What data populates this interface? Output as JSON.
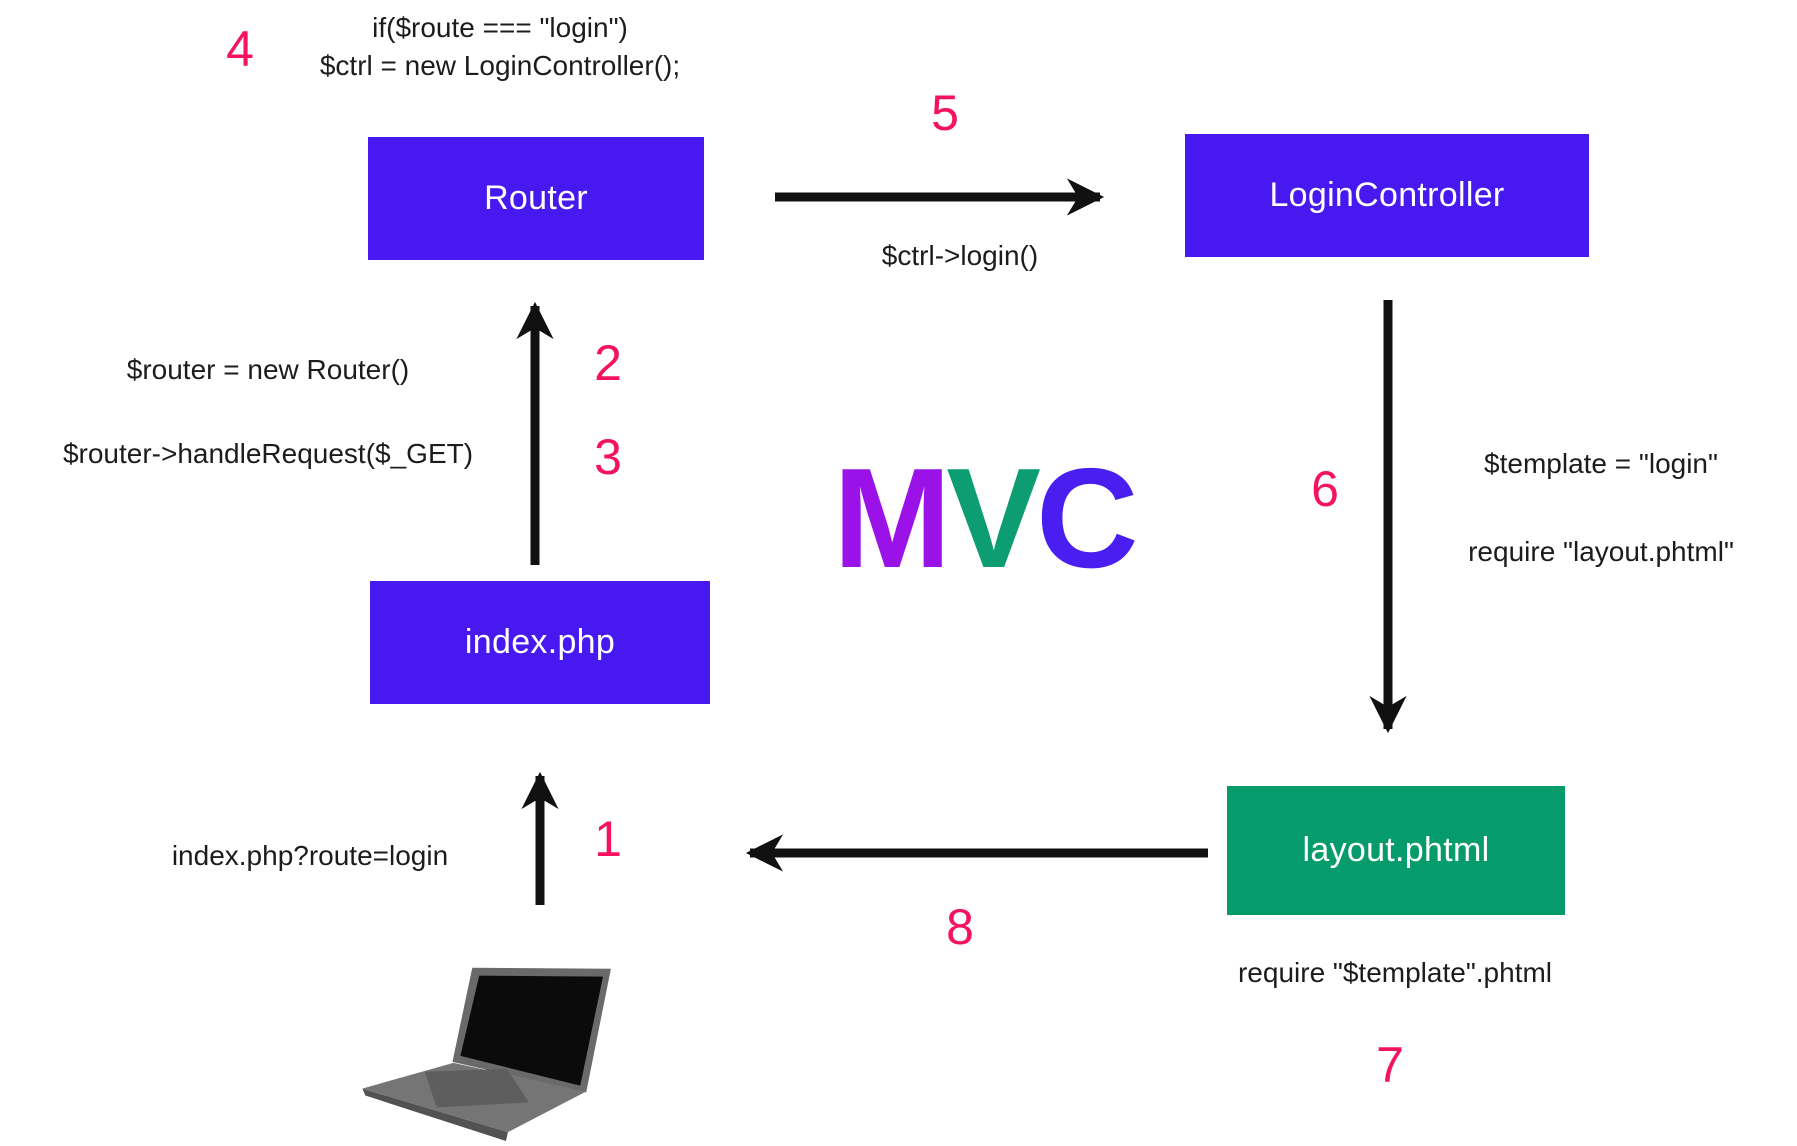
{
  "diagram": {
    "title": "MVC",
    "step_color": "#F4135C",
    "node_blue": "#4718F0",
    "node_green": "#069B6B",
    "logo": {
      "m": "M",
      "v": "V",
      "c": "C",
      "m_color": "#9B12E8",
      "v_color": "#0D9D72",
      "c_color": "#4A1EF0"
    },
    "nodes": {
      "router": {
        "label": "Router"
      },
      "login_controller": {
        "label": "LoginController"
      },
      "index_php": {
        "label": "index.php"
      },
      "layout_phtml": {
        "label": "layout.phtml"
      },
      "client": {
        "icon": "laptop-icon"
      }
    },
    "steps": {
      "s1": "1",
      "s2": "2",
      "s3": "3",
      "s4": "4",
      "s5": "5",
      "s6": "6",
      "s7": "7",
      "s8": "8"
    },
    "annotations": {
      "route_check_line1": "if($route === \"login\")",
      "route_check_line2": "$ctrl = new LoginController();",
      "ctrl_login": "$ctrl->login()",
      "router_create_line1": "$router = new Router()",
      "router_create_line2": "$router->handleRequest($_GET)",
      "template_line1": "$template = \"login\"",
      "template_line2": "require \"layout.phtml\"",
      "request_url": "index.php?route=login",
      "require_template": "require \"$template\".phtml"
    }
  }
}
